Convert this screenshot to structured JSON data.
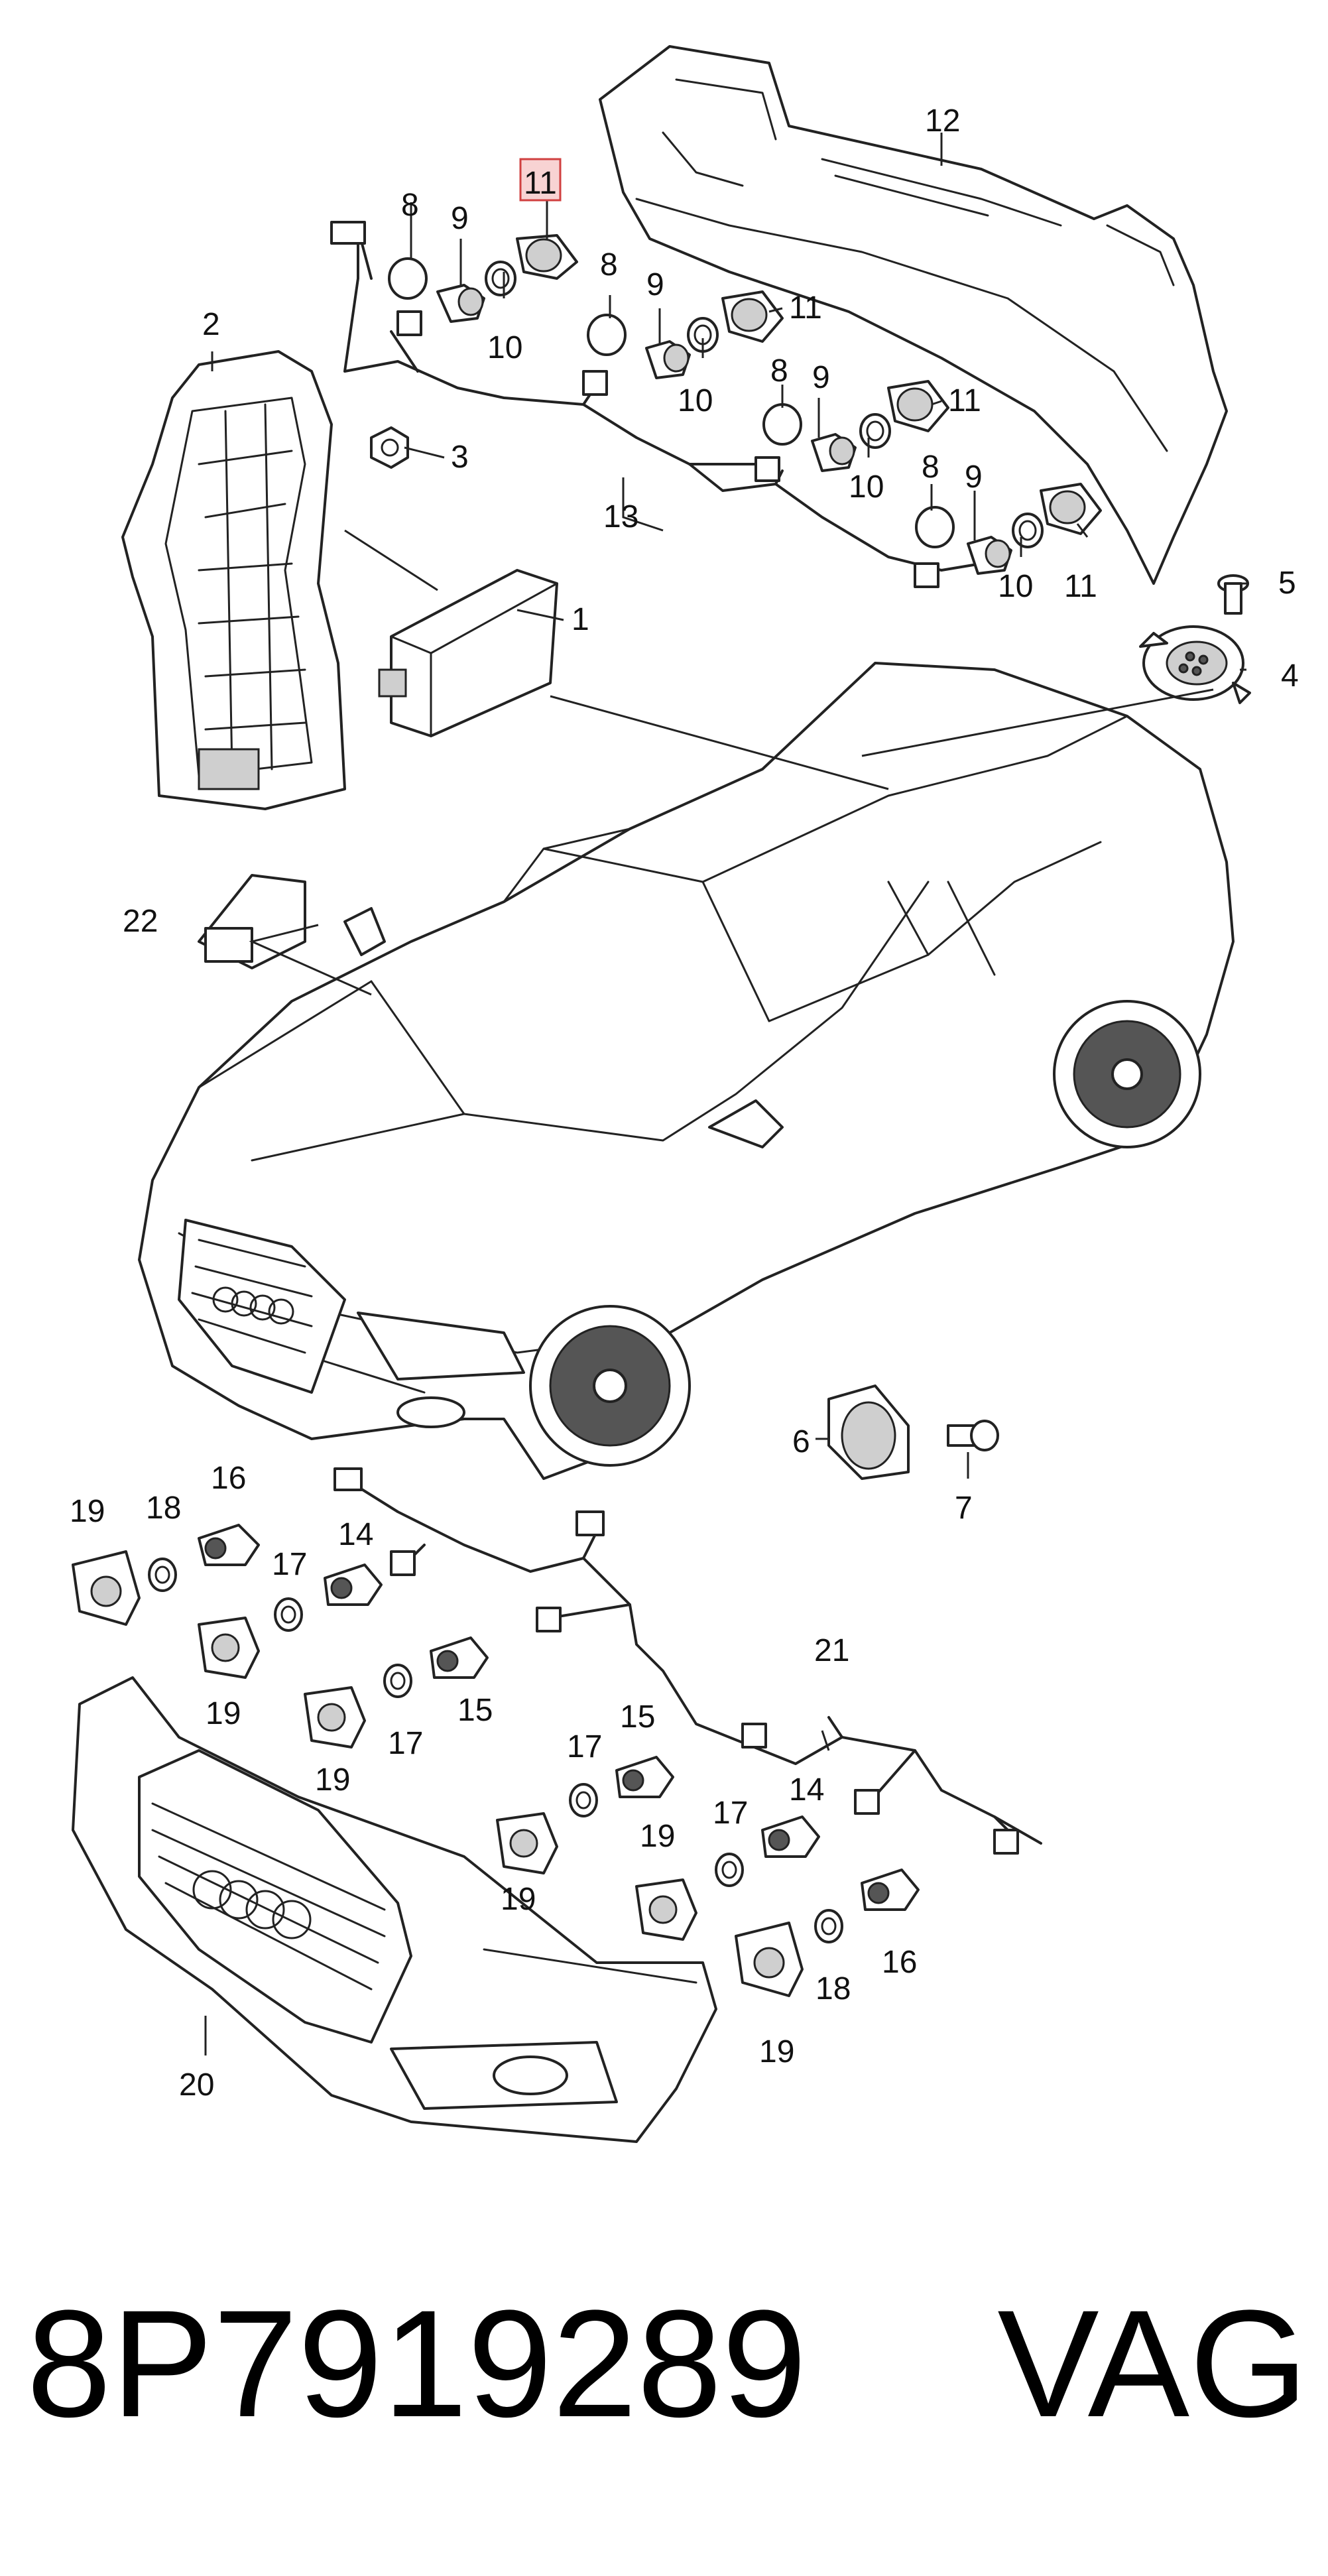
{
  "caption": {
    "part_number": "8P7919289",
    "brand": "VAG"
  },
  "highlighted_callout": "11",
  "callouts": {
    "c1": "1",
    "c2": "2",
    "c3": "3",
    "c4": "4",
    "c5": "5",
    "c6": "6",
    "c7": "7",
    "c8a": "8",
    "c8b": "8",
    "c8c": "8",
    "c8d": "8",
    "c9a": "9",
    "c9b": "9",
    "c9c": "9",
    "c9d": "9",
    "c10a": "10",
    "c10b": "10",
    "c10c": "10",
    "c10d": "10",
    "c11a": "11",
    "c11b": "11",
    "c11c": "11",
    "c11d": "11",
    "c12": "12",
    "c13": "13",
    "c14a": "14",
    "c14b": "14",
    "c15a": "15",
    "c15b": "15",
    "c16a": "16",
    "c16b": "16",
    "c17a": "17",
    "c17b": "17",
    "c17c": "17",
    "c17d": "17",
    "c18a": "18",
    "c18b": "18",
    "c19a": "19",
    "c19b": "19",
    "c19c": "19",
    "c19d": "19",
    "c19e": "19",
    "c19f": "19",
    "c20": "20",
    "c21": "21",
    "c22": "22"
  }
}
